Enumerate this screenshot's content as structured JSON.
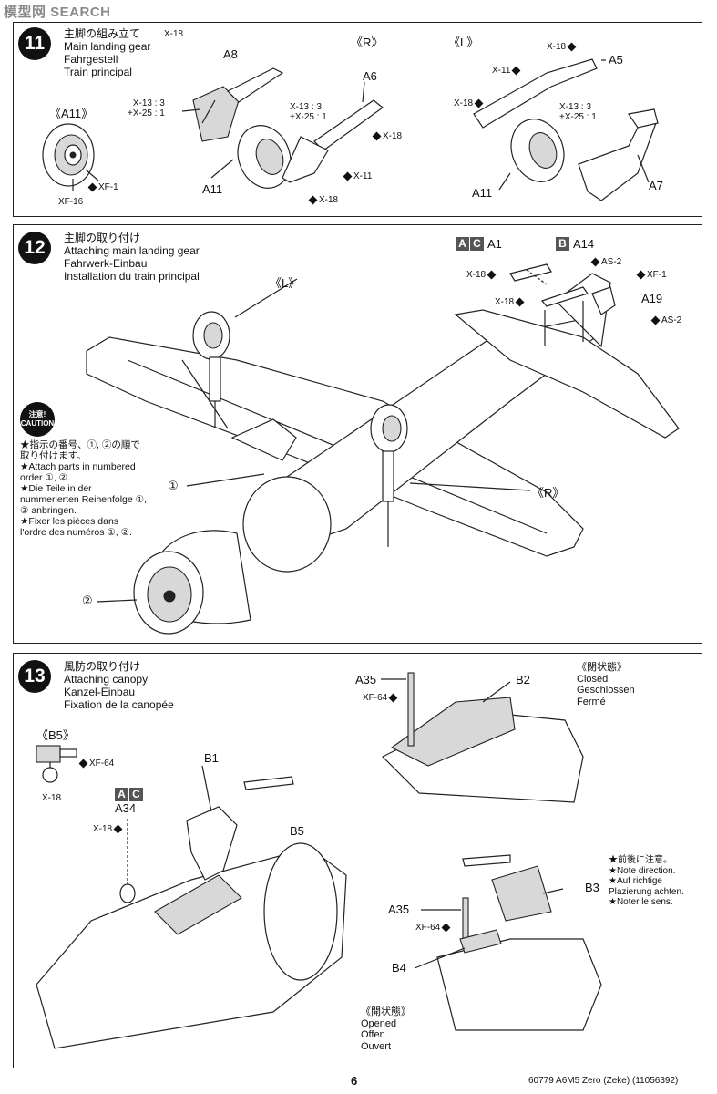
{
  "watermark": "模型网 SEARCH",
  "steps": [
    {
      "number": "11",
      "title_jp": "主脚の組み立て",
      "title_en": "Main landing gear",
      "title_de": "Fahrgestell",
      "title_fr": "Train principal",
      "views": [
        "《R》",
        "《L》",
        "《A11》"
      ],
      "parts": [
        "A8",
        "A6",
        "A11",
        "A5",
        "A11",
        "A7"
      ],
      "paints": [
        "X-18",
        "X-11",
        "X-18",
        "X-18",
        "X-11",
        "X-18",
        "X-18",
        "XF-1",
        "XF-16"
      ],
      "mix1_a": "X-13 : 3",
      "mix1_b": "+X-25 : 1",
      "mix2_a": "X-13 : 3",
      "mix2_b": "+X-25 : 1",
      "mix3_a": "X-13 : 3",
      "mix3_b": "+X-25 : 1"
    },
    {
      "number": "12",
      "title_jp": "主脚の取り付け",
      "title_en": "Attaching main landing gear",
      "title_de": "Fahrwerk-Einbau",
      "title_fr": "Installation du train principal",
      "views": [
        "《L》",
        "《R》"
      ],
      "box_letters": [
        "A",
        "C",
        "B"
      ],
      "parts": [
        "A1",
        "A14",
        "A19"
      ],
      "paints": [
        "X-18",
        "X-18",
        "AS-2",
        "XF-1",
        "AS-2"
      ],
      "caution": {
        "badge_jp": "注意!",
        "badge_en": "CAUTION",
        "lines": [
          "★指示の番号、①, ②の順で",
          "取り付けます。",
          "★Attach parts in numbered",
          "order ①, ②.",
          "★Die Teile in der",
          "nummerierten Reihenfolge ①,",
          "② anbringen.",
          "★Fixer les pièces dans",
          "l'ordre des numéros ①, ②."
        ]
      },
      "callouts": [
        "①",
        "②"
      ]
    },
    {
      "number": "13",
      "title_jp": "風防の取り付け",
      "title_en": "Attaching canopy",
      "title_de": "Kanzel-Einbau",
      "title_fr": "Fixation de la canopée",
      "views": [
        "《B5》"
      ],
      "box_letters": [
        "A",
        "C"
      ],
      "parts": [
        "A35",
        "B2",
        "B1",
        "A34",
        "B5",
        "A35",
        "B3",
        "B4"
      ],
      "paints": [
        "XF-64",
        "X-18",
        "X-18",
        "XF-64",
        "XF-64"
      ],
      "closed": [
        "《閉状態》",
        "Closed",
        "Geschlossen",
        "Fermé"
      ],
      "open": [
        "《開状態》",
        "Opened",
        "Offen",
        "Ouvert"
      ],
      "notes": [
        "★前後に注意。",
        "★Note direction.",
        "★Auf richtige",
        "Plazierung achten.",
        "★Noter le sens."
      ]
    }
  ],
  "footer": {
    "page": "6",
    "code": "60779  A6M5 Zero (Zeke) (11056392)"
  }
}
